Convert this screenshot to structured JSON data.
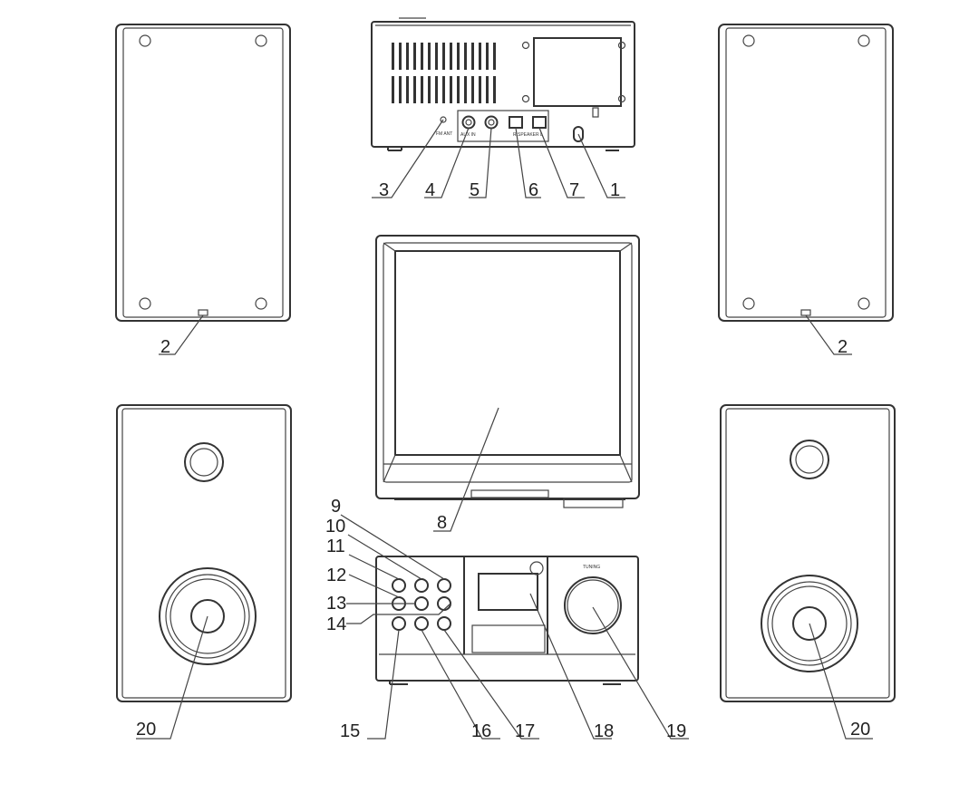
{
  "callouts": {
    "c1": "1",
    "c2_left": "2",
    "c2_right": "2",
    "c3": "3",
    "c4": "4",
    "c5": "5",
    "c6": "6",
    "c7": "7",
    "c8": "8",
    "c9": "9",
    "c10": "10",
    "c11": "11",
    "c12": "12",
    "c13": "13",
    "c14": "14",
    "c15": "15",
    "c16": "16",
    "c17": "17",
    "c18": "18",
    "c19": "19",
    "c20_left": "20",
    "c20_right": "20"
  },
  "panel_text": {
    "fm_ant": "FM ANT",
    "aux_in": "AUX IN",
    "speaker": "R SPEAKER L",
    "tuning": "TUNING"
  },
  "colors": {
    "line": "#333333",
    "background": "#ffffff"
  }
}
